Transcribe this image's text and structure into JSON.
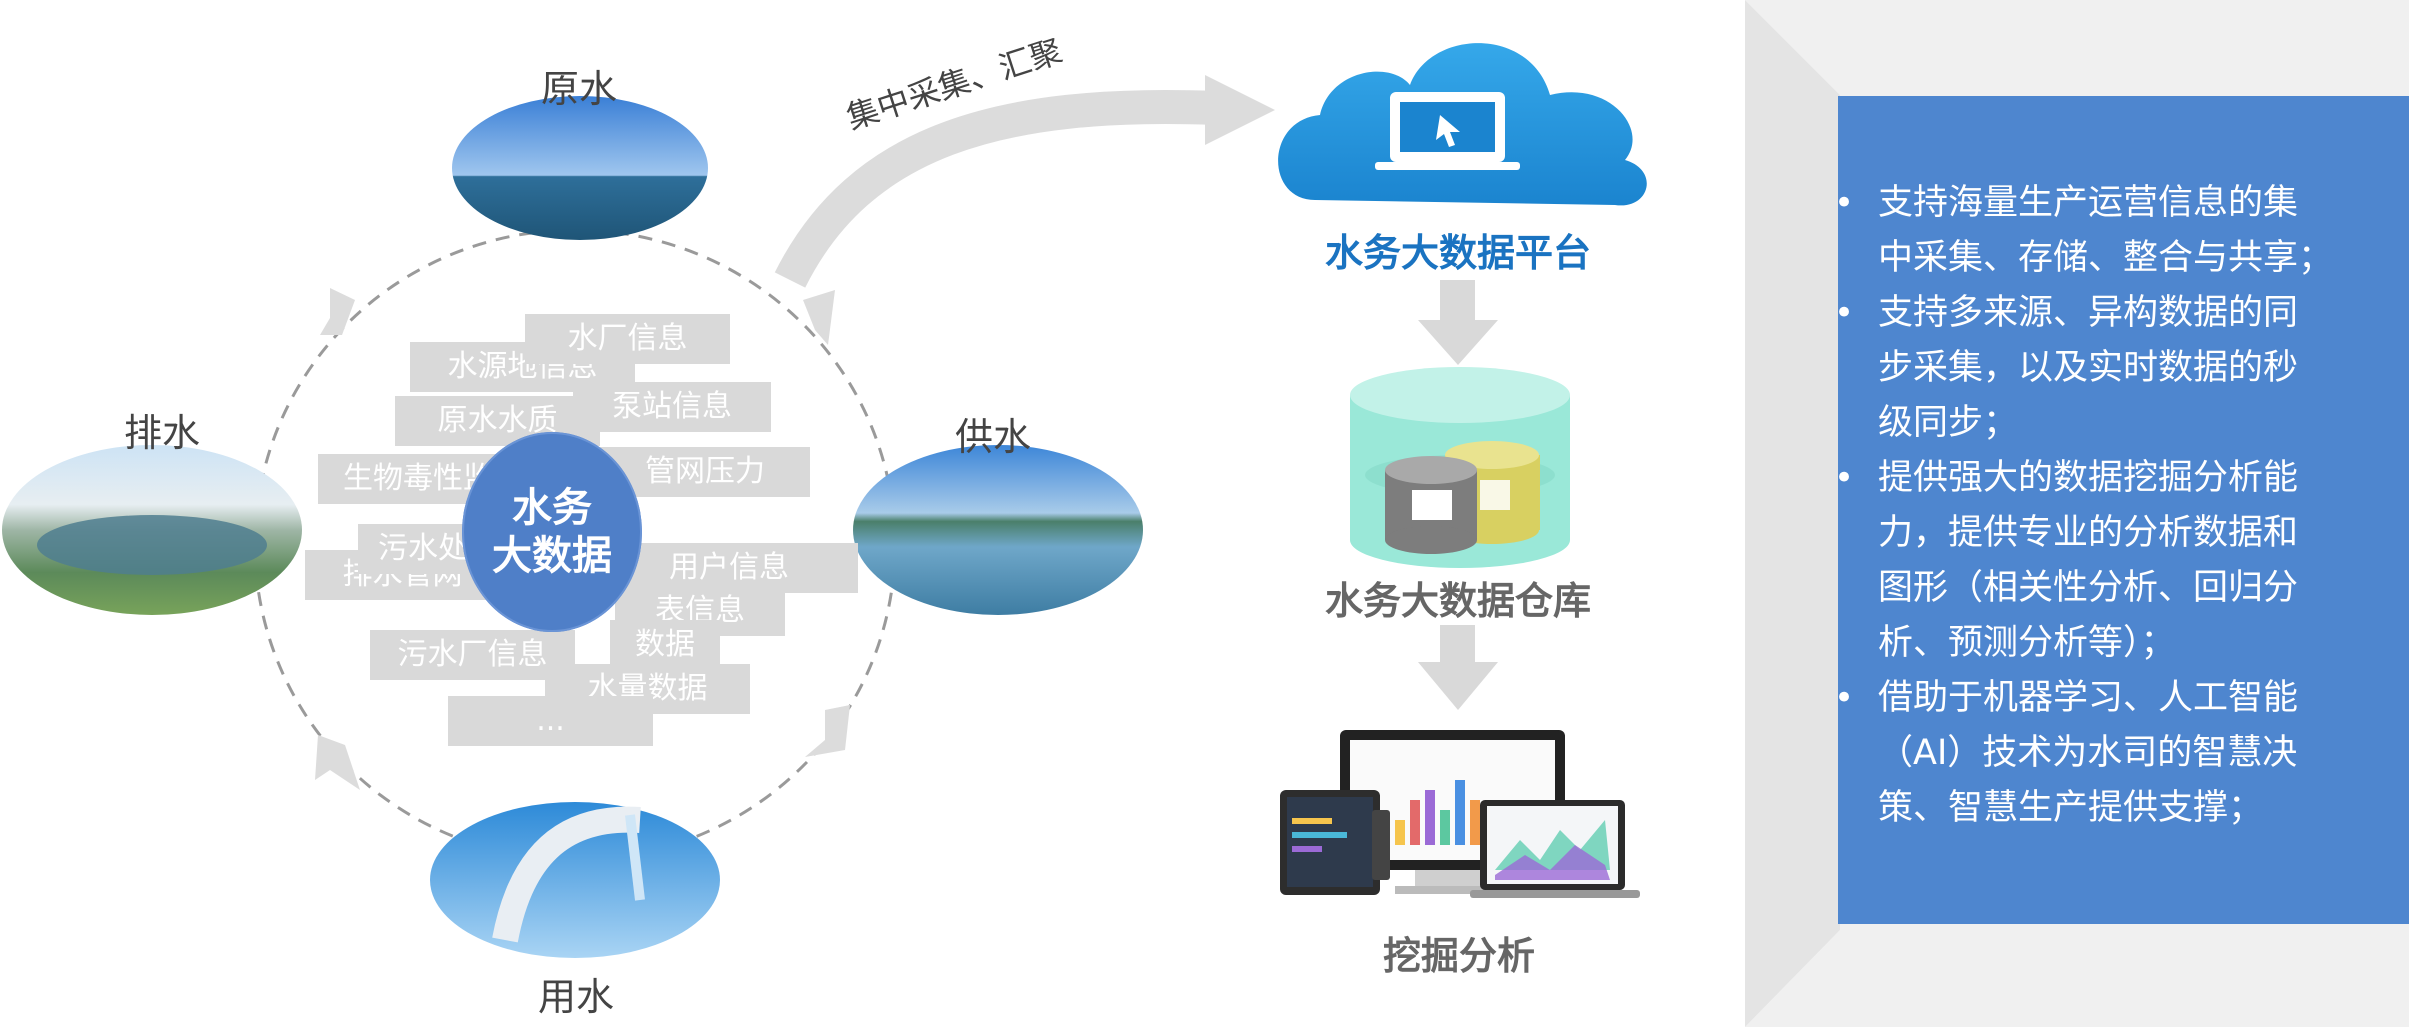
{
  "cycle": {
    "nodes": {
      "raw_water": "原水",
      "supply_water": "供水",
      "use_water": "用水",
      "drain_water": "排水"
    },
    "center": {
      "line1": "水务",
      "line2": "大数据"
    },
    "tags": [
      "水厂信息",
      "水源地信息",
      "原水水质",
      "泵站信息",
      "生物毒性监测",
      "管网压力",
      "污水处理",
      "排水管网",
      "用户信息",
      "表信息",
      "污水厂信息",
      "数据",
      "水量数据",
      "..."
    ]
  },
  "flow": {
    "collect_label": "集中采集、汇聚",
    "platform_label": "水务大数据平台",
    "warehouse_label": "水务大数据仓库",
    "analysis_label": "挖掘分析",
    "colors": {
      "platform_text": "#1a73c1",
      "cloud": "#2b9ae0",
      "db_top": "#a6ecdf",
      "arrow": "#d9d9d9"
    }
  },
  "panel": {
    "color": "#4e86cf",
    "bullets": [
      {
        "lines": [
          "支持海量生产运营信息的集",
          "中采集、存储、整合与共享；"
        ]
      },
      {
        "lines": [
          "支持多来源、异构数据的同",
          "步采集，以及实时数据的秒",
          "级同步；"
        ]
      },
      {
        "lines": [
          "提供强大的数据挖掘分析能",
          "力，提供专业的分析数据和",
          "图形（相关性分析、回归分",
          "析、预测分析等）；"
        ]
      },
      {
        "lines": [
          "借助于机器学习、人工智能",
          "（AI）技术为水司的智慧决",
          "策、智慧生产提供支撑；"
        ]
      }
    ]
  }
}
